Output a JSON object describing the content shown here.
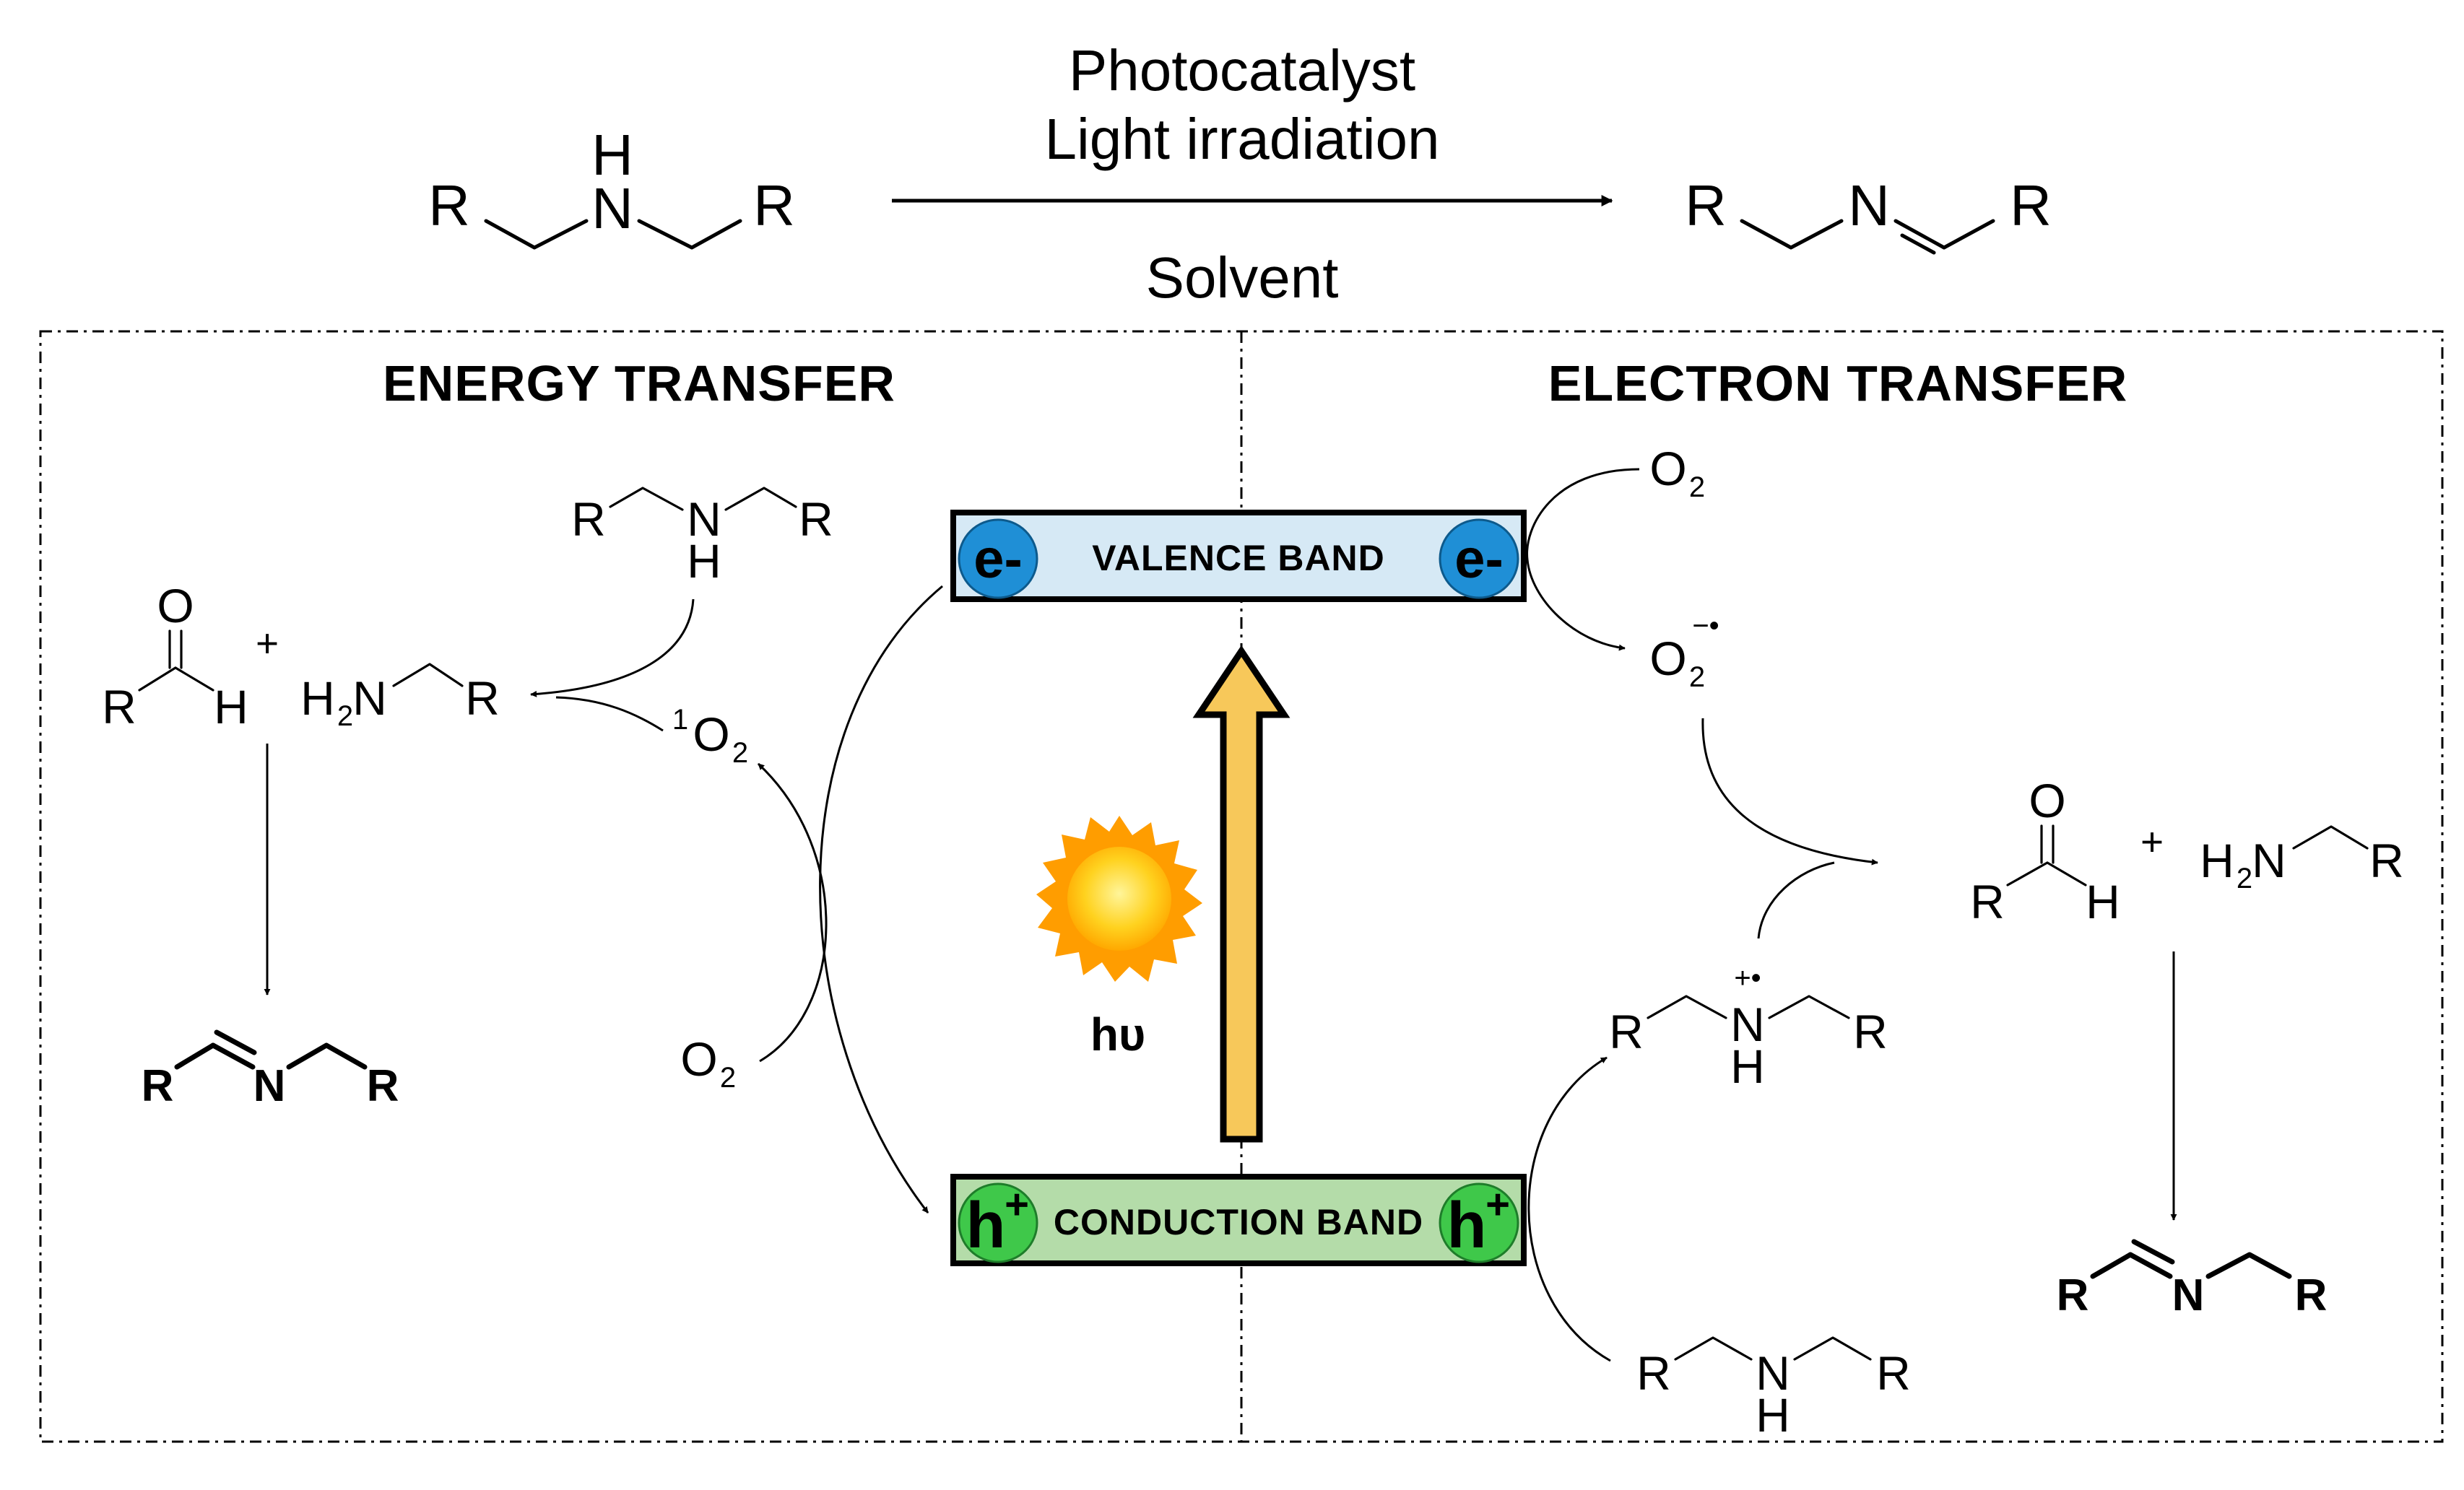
{
  "reaction": {
    "conditions_line1": "Photocatalyst",
    "conditions_line2": "Light irradiation",
    "conditions_below": "Solvent",
    "amine_H": "H",
    "amine_N": "N",
    "amine_R_left": "R",
    "amine_R_right": "R",
    "imine_R_left": "R",
    "imine_N": "N",
    "imine_R_right": "R"
  },
  "energy_transfer": {
    "heading": "ENERGY TRANSFER",
    "amine_R_left": "R",
    "amine_N": "N",
    "amine_H": "H",
    "amine_R_right": "R",
    "aldehyde_O": "O",
    "aldehyde_R": "R",
    "aldehyde_H": "H",
    "plus": "+",
    "primary_amine_H2N": "H",
    "primary_amine_sub": "2",
    "primary_amine_N": "N",
    "primary_amine_R": "R",
    "singlet_oxygen_sup": "1",
    "singlet_oxygen_O": "O",
    "singlet_oxygen_sub": "2",
    "oxygen_O": "O",
    "oxygen_sub": "2",
    "imine_R_left": "R",
    "imine_N": "N",
    "imine_R_right": "R"
  },
  "electron_transfer": {
    "heading": "ELECTRON TRANSFER",
    "oxygen_O": "O",
    "oxygen_sub": "2",
    "superoxide_O": "O",
    "superoxide_sub": "2",
    "superoxide_sup": "−•",
    "radical_cation_sup": "+•",
    "radical_cation_R_left": "R",
    "radical_cation_N": "N",
    "radical_cation_H": "H",
    "radical_cation_R_right": "R",
    "amine_R_left": "R",
    "amine_N": "N",
    "amine_H": "H",
    "amine_R_right": "R",
    "aldehyde_O": "O",
    "aldehyde_R": "R",
    "aldehyde_H": "H",
    "plus": "+",
    "primary_amine_H": "H",
    "primary_amine_sub": "2",
    "primary_amine_N": "N",
    "primary_amine_R": "R",
    "imine_R_left": "R",
    "imine_N": "N",
    "imine_R_right": "R"
  },
  "photocatalyst": {
    "valence_band": "VALENCE BAND",
    "conduction_band": "CONDUCTION BAND",
    "electron_label": "e-",
    "hole_h": "h",
    "hole_plus": "+",
    "light_label": "hυ"
  },
  "colors": {
    "valence_band_fill": "#d6e9f5",
    "conduction_band_fill": "#b4dca9",
    "electron_fill": "#1f8fd6",
    "hole_fill": "#3fc84a",
    "arrow_fill": "#f7c85a",
    "sun_core": "#ffcf1a",
    "sun_rays": "#ff9d00"
  },
  "icons": {
    "light_source": "sun-icon",
    "excitation": "up-arrow-icon"
  }
}
